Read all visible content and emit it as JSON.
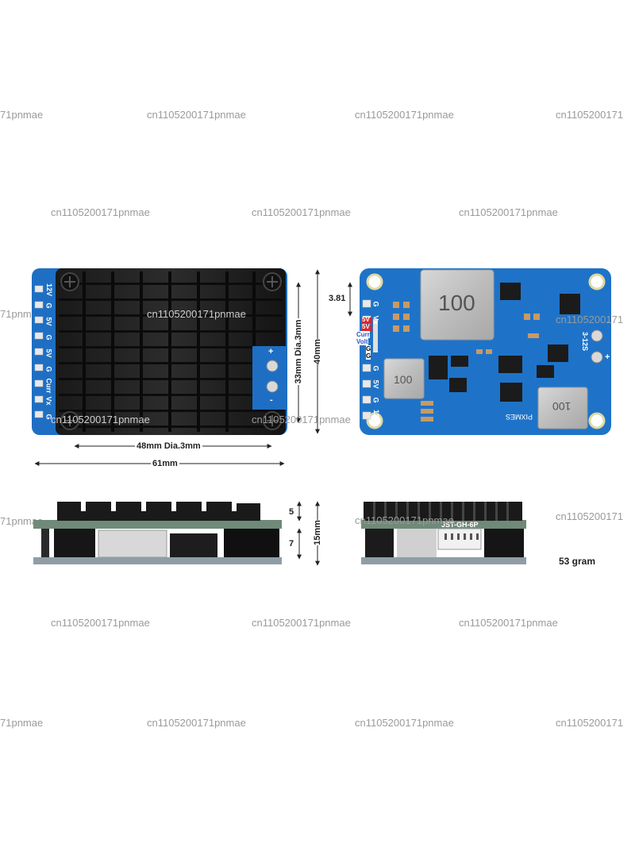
{
  "watermarks": [
    "71pnmae",
    "cn1105200171pnmae",
    "cn1105200171pnmae",
    "cn1105200171",
    "cn1105200171pnmae",
    "cn1105200171pnmae",
    "cn1105200171pnmae",
    "71pnmae",
    "cn1105200171pnmae",
    "cn1105200171",
    "cn1105200171pnmae",
    "cn1105200171pnmae",
    "71pnmae",
    "cn1105200171",
    "cn1105200171pnmae",
    "cn1105200171pnmae",
    "cn1105200171pnmae",
    "cn1105200171pnmae",
    "71pnmae",
    "cn1105200171pnmae",
    "cn1105200171pnmae",
    "cn1105200171"
  ],
  "dimensions": {
    "width_inner": "48mm Dia.3mm",
    "width_outer": "61mm",
    "height_inner": "33mm Dia.3mm",
    "height_outer": "40mm",
    "pin_offset": "3.81",
    "side_top": "5",
    "side_bottom": "7",
    "side_total": "15mm",
    "weight": "53 gram"
  },
  "front_pins": [
    "12V",
    "G",
    "5V",
    "G",
    "5V",
    "G",
    "Curr",
    "Vx",
    "G"
  ],
  "back_pins_left": [
    "G",
    "Vx",
    "G",
    "5V",
    "G",
    "12V"
  ],
  "back_labels": {
    "inductor_large": "100",
    "inductor_small": "100",
    "inductor_right": "100",
    "fiveV_a": "5V",
    "fiveV_b": "5V",
    "curr": "Curr",
    "volt": "Volt",
    "g_a": "G",
    "g_b": "G",
    "batt": "3-12S",
    "minus": "-",
    "plus": "+",
    "brand": "PIXMES"
  },
  "front_terminal": {
    "plus": "+",
    "minus": "-"
  },
  "connector": "JST-GH-6P"
}
